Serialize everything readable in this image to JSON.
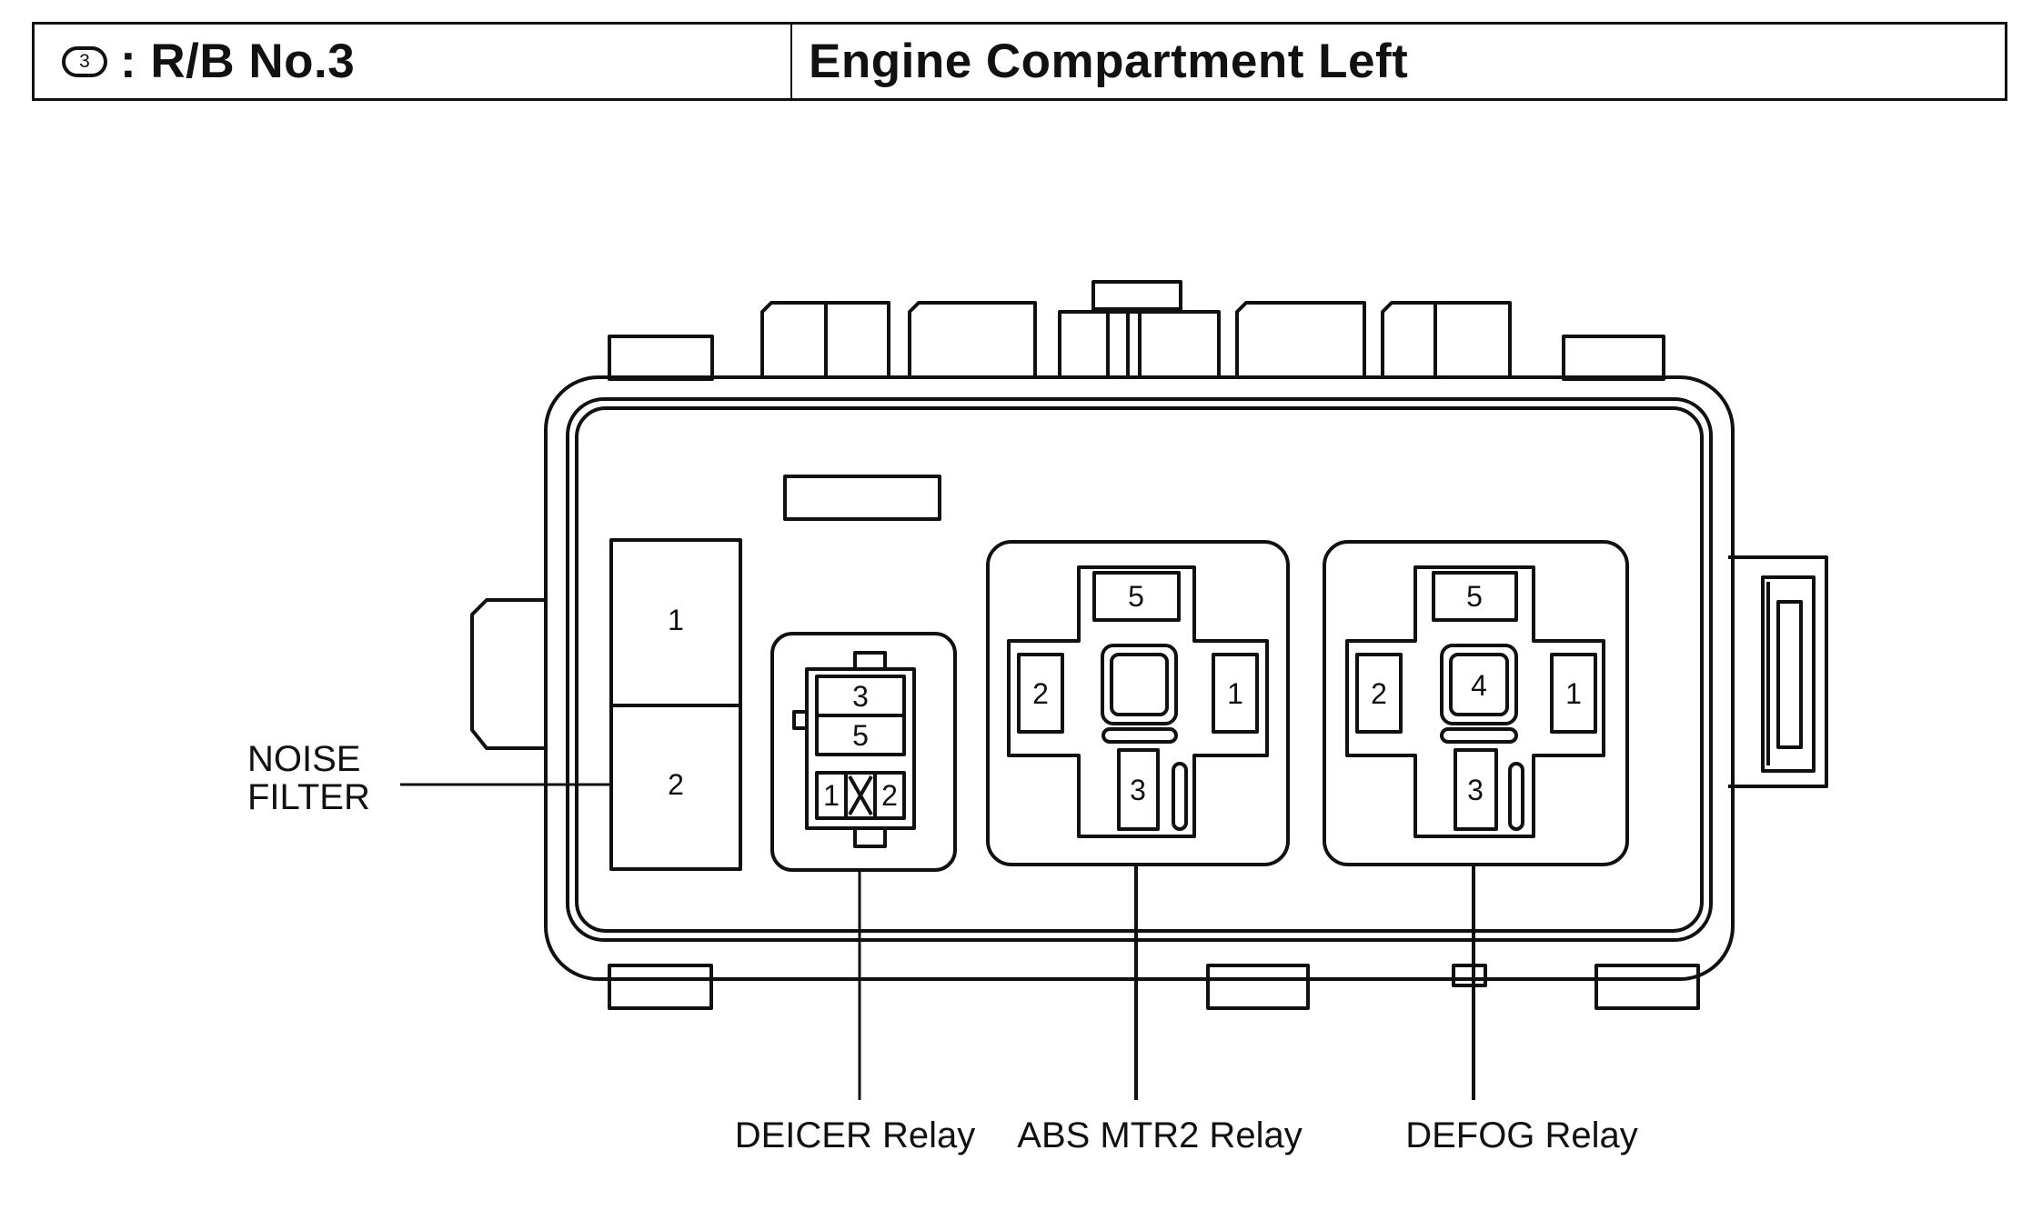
{
  "header": {
    "badge": "3",
    "box_name": ": R/B No.3",
    "location": "Engine Compartment Left"
  },
  "diagram": {
    "noise_filter": {
      "label_line1": "NOISE",
      "label_line2": "FILTER",
      "pin1": "1",
      "pin2": "2"
    },
    "deicer_relay": {
      "label": "DEICER Relay",
      "pins": [
        "3",
        "5",
        "1",
        "2"
      ]
    },
    "abs_mtr2_relay": {
      "label": "ABS MTR2 Relay",
      "pin_top": "5",
      "pin_left": "2",
      "pin_right": "1",
      "pin_bottom": "3"
    },
    "defog_relay": {
      "label": "DEFOG Relay",
      "pin_top": "5",
      "pin_left": "2",
      "pin_center": "4",
      "pin_right": "1",
      "pin_bottom": "3"
    }
  }
}
